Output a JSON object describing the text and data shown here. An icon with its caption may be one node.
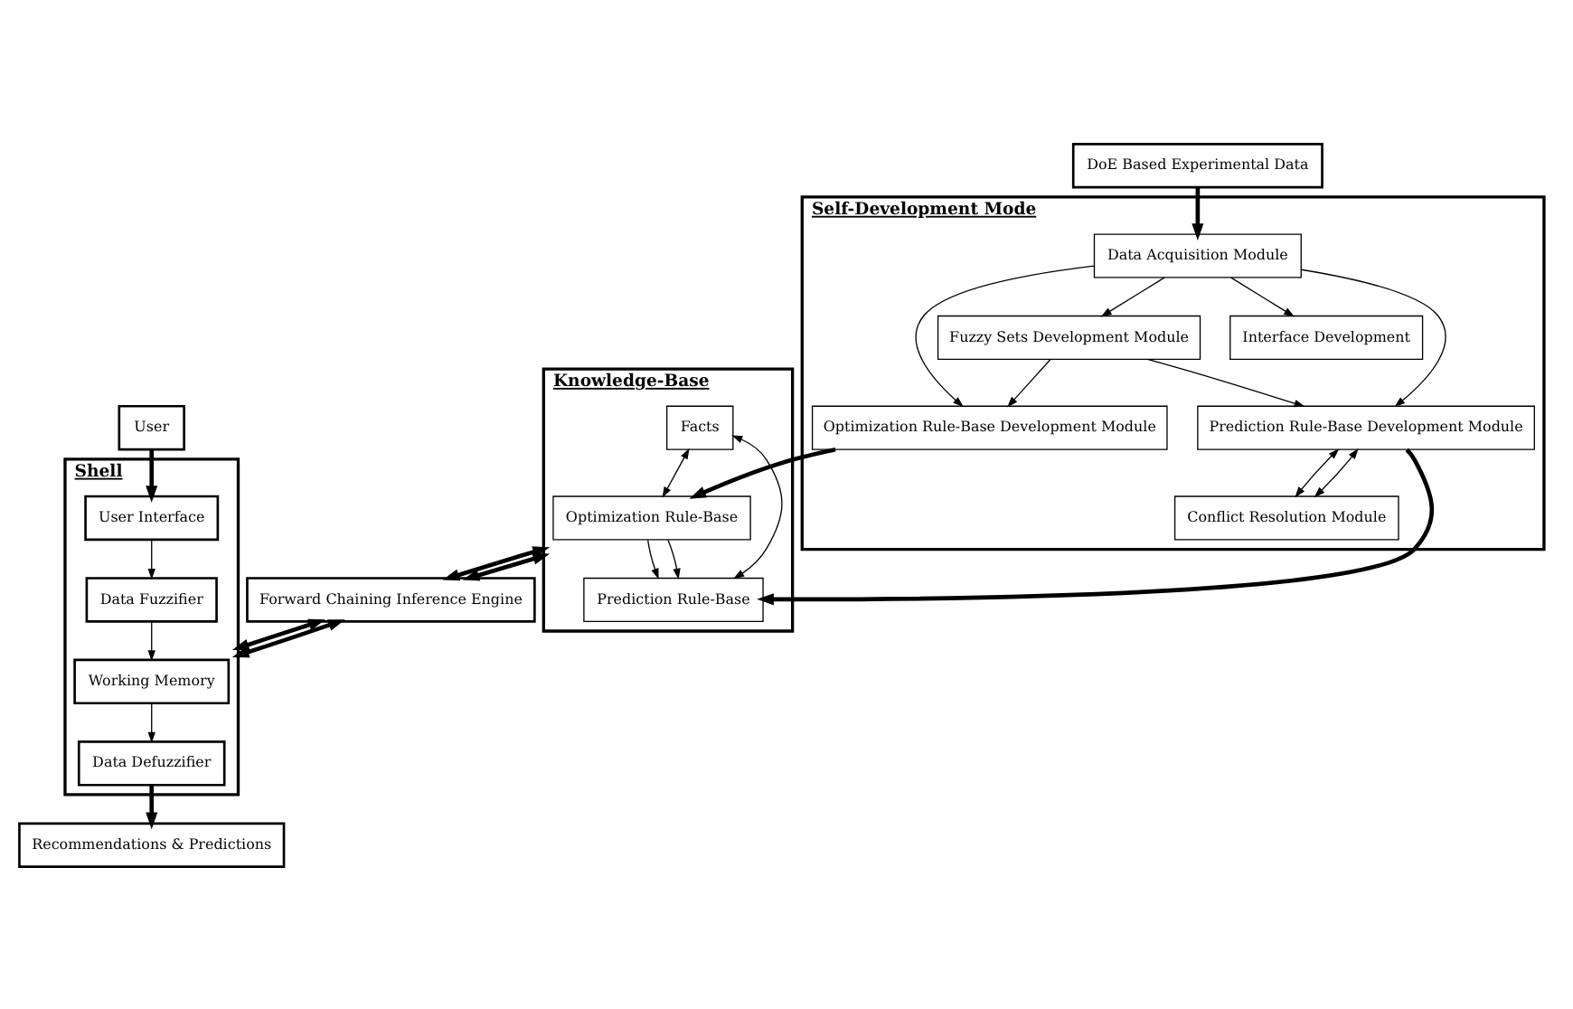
{
  "diagram": {
    "nodes": [
      {
        "text": [
          "Knowledge-Base"
        ]
      },
      {
        "text": [
          "Facts"
        ],
        "in": 0
      },
      {
        "text": [
          "Optimization Rule-Base"
        ],
        "in": 0
      },
      {
        "text": [
          "Prediction Rule-Base"
        ],
        "in": 0
      },
      {
        "text": [
          "Self-Development Mode"
        ]
      },
      {
        "text": [
          "Optimization Rule-Base Development Module"
        ],
        "in": 4
      },
      {
        "text": [
          "Prediction Rule-Base Development Module"
        ],
        "in": 4
      },
      {
        "text": [
          "Data Acquisition Module"
        ],
        "in": 4
      },
      {
        "text": [
          "Conflict Resolution Module"
        ],
        "in": 4
      },
      {
        "text": [
          "Interface Development"
        ],
        "in": 4
      },
      {
        "text": [
          "Fuzzy Sets Development Module"
        ],
        "in": 4
      },
      {
        "text": [
          "DoE Based Experimental Data"
        ]
      },
      {
        "text": [
          "User"
        ]
      },
      {
        "text": [
          "Forward Chaining Inference Engine"
        ]
      },
      {
        "text": [
          "Shell"
        ]
      },
      {
        "text": [
          "User Interface"
        ],
        "in": 14
      },
      {
        "text": [
          "Data Fuzzifier"
        ],
        "in": 14
      },
      {
        "text": [
          "Working Memory"
        ],
        "in": 14
      },
      {
        "text": [
          "Data Defuzzifier"
        ],
        "in": 14
      },
      {
        "text": [
          "Recommendations & Predictions"
        ]
      }
    ],
    "edges": [
      {
        "from": 1,
        "to": 2,
        "arrow": "both"
      },
      {
        "from": 1,
        "to": 3,
        "arrow": "both"
      },
      {
        "from": 2,
        "to": 3,
        "arrow": "to"
      },
      {
        "from": 2,
        "to": 3,
        "arrow": "to"
      },
      {
        "from": 5,
        "to": 2,
        "arrow": "to",
        "style": "thick"
      },
      {
        "from": 6,
        "to": 3,
        "arrow": "to",
        "style": "thick"
      },
      {
        "from": 0,
        "to": 13,
        "arrow": "both",
        "style": "thick"
      },
      {
        "from": 0,
        "to": 13,
        "arrow": "both",
        "style": "thick"
      },
      {
        "from": 13,
        "to": 14,
        "arrow": "both",
        "style": "thick"
      },
      {
        "from": 13,
        "to": 14,
        "arrow": "both",
        "style": "thick"
      },
      {
        "from": 12,
        "to": 15,
        "arrow": "to",
        "style": "thick"
      },
      {
        "from": 15,
        "to": 16,
        "arrow": "to"
      },
      {
        "from": 16,
        "to": 17,
        "arrow": "to"
      },
      {
        "from": 17,
        "to": 18,
        "arrow": "to"
      },
      {
        "from": 18,
        "to": 19,
        "arrow": "to",
        "style": "thick"
      },
      {
        "from": 7,
        "to": 5,
        "arrow": "to"
      },
      {
        "from": 10,
        "to": 5,
        "arrow": "to"
      },
      {
        "from": 10,
        "to": 6,
        "arrow": "to"
      },
      {
        "from": 6,
        "to": 8,
        "arrow": "both"
      },
      {
        "from": 6,
        "to": 8,
        "arrow": "both"
      },
      {
        "from": 7,
        "to": 9,
        "arrow": "to"
      },
      {
        "from": 7,
        "to": 10,
        "arrow": "to"
      },
      {
        "from": 7,
        "to": 6,
        "arrow": "to"
      },
      {
        "from": 11,
        "to": 7,
        "arrow": "to",
        "style": "thick"
      }
    ]
  }
}
